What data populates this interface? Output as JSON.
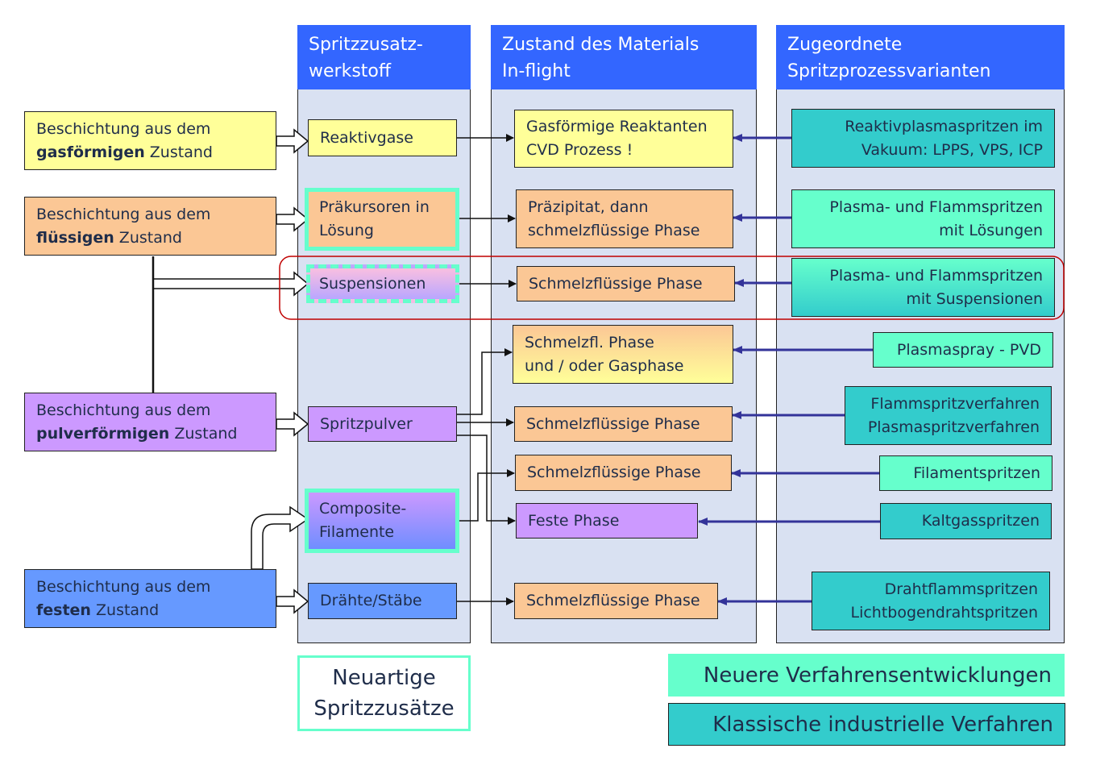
{
  "column_headers": {
    "col1": "Spritzzusatz-werkstoff",
    "col1_line1": "Spritzzusatz-",
    "col1_line2": "werkstoff",
    "col2_line1": "Zustand des Materials",
    "col2_line2": "In-flight",
    "col3_line1": "Zugeordnete",
    "col3_line2": "Spritzprozessvarianten"
  },
  "sources": [
    {
      "prefix": "Beschichtung aus dem",
      "bold": "gasförmigen",
      "suffix": " Zustand"
    },
    {
      "prefix": "Beschichtung aus dem",
      "bold": "flüssigen",
      "suffix": " Zustand"
    },
    {
      "prefix": "Beschichtung aus dem",
      "bold": "pulverförmigen",
      "suffix": " Zustand"
    },
    {
      "prefix": "Beschichtung aus dem",
      "bold": "festen",
      "suffix": " Zustand"
    }
  ],
  "materials": [
    {
      "line1": "Reaktivgase",
      "line2": ""
    },
    {
      "line1": "Präkursoren in",
      "line2": "Lösung"
    },
    {
      "line1": "Suspensionen",
      "line2": ""
    },
    {
      "line1": "Spritzpulver",
      "line2": ""
    },
    {
      "line1": "Composite-",
      "line2": "Filamente"
    },
    {
      "line1": "Drähte/Stäbe",
      "line2": ""
    }
  ],
  "states": [
    {
      "line1": "Gasförmige Reaktanten",
      "line2": "CVD Prozess !"
    },
    {
      "line1": "Präzipitat, dann",
      "line2": "schmelzflüssige Phase"
    },
    {
      "line1": "Schmelzflüssige Phase",
      "line2": ""
    },
    {
      "line1": "Schmelzfl. Phase",
      "line2": "und / oder Gasphase"
    },
    {
      "line1": "Schmelzflüssige Phase",
      "line2": ""
    },
    {
      "line1": "Schmelzflüssige Phase",
      "line2": ""
    },
    {
      "line1": "Feste Phase",
      "line2": ""
    },
    {
      "line1": "Schmelzflüssige Phase",
      "line2": ""
    }
  ],
  "processes": [
    {
      "line1": "Reaktivplasmaspritzen im",
      "line2": "Vakuum: LPPS, VPS, ICP"
    },
    {
      "line1": "Plasma- und Flammspritzen",
      "line2": "mit Lösungen"
    },
    {
      "line1": "Plasma- und Flammspritzen",
      "line2": "mit Suspensionen"
    },
    {
      "line1": "Plasmaspray - PVD",
      "line2": ""
    },
    {
      "line1": "Flammspritzverfahren",
      "line2": "Plasmaspritzverfahren"
    },
    {
      "line1": "Filamentspritzen",
      "line2": ""
    },
    {
      "line1": "Kaltgasspritzen",
      "line2": ""
    },
    {
      "line1": "Drahtflammspritzen",
      "line2": "Lichtbogendrahtspritzen"
    }
  ],
  "legend": {
    "novel_line1": "Neuartige",
    "novel_line2": "Spritzzusätze",
    "newer": "Neuere Verfahrensentwicklungen",
    "classic": "Klassische industrielle Verfahren"
  },
  "colors": {
    "header": "#3366ff",
    "column": "#d9e1f2",
    "yellow": "#ffff99",
    "orange": "#fbc795",
    "purple": "#cc99ff",
    "blue": "#6699ff",
    "mint": "#66ffcc",
    "teal": "#33cccc",
    "arrow": "#333399",
    "highlight": "#c00000"
  }
}
